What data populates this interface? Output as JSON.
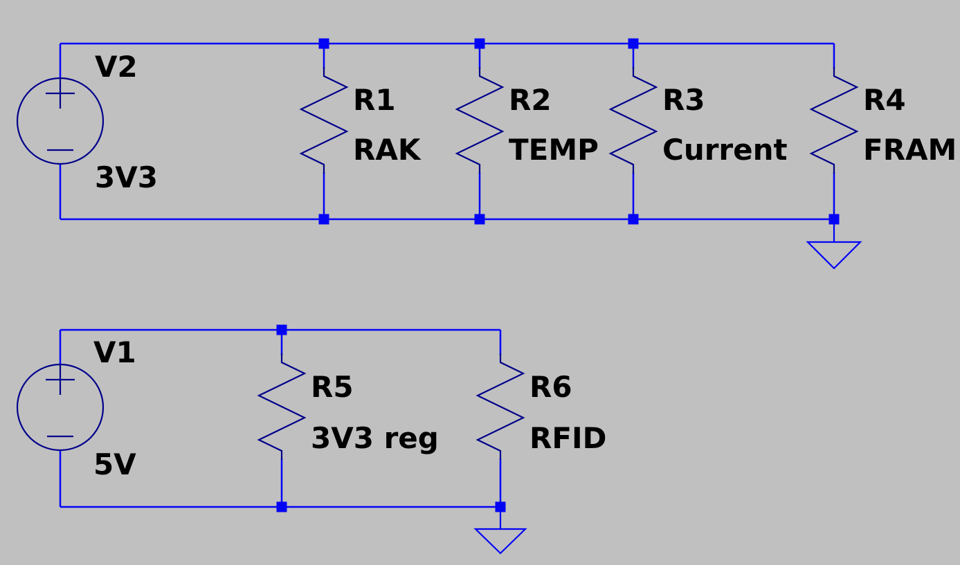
{
  "schematic": {
    "editor_look": "spice-schematic",
    "background_color": "#c0c0c0",
    "wire_color": "#0404f5",
    "symbol_color": "#00008b",
    "label_color": "#000000",
    "circuits": [
      {
        "id": "3v3-rail",
        "source": {
          "type": "voltage-source",
          "designator": "V2",
          "value": "3V3"
        },
        "resistors": [
          {
            "designator": "R1",
            "value": "RAK"
          },
          {
            "designator": "R2",
            "value": "TEMP"
          },
          {
            "designator": "R3",
            "value": "Current"
          },
          {
            "designator": "R4",
            "value": "FRAM"
          }
        ],
        "ground": "ground-at-bottom-right"
      },
      {
        "id": "5v-rail",
        "source": {
          "type": "voltage-source",
          "designator": "V1",
          "value": "5V"
        },
        "resistors": [
          {
            "designator": "R5",
            "value": "3V3 reg"
          },
          {
            "designator": "R6",
            "value": "RFID"
          }
        ],
        "ground": "ground-at-bottom-right"
      }
    ]
  }
}
